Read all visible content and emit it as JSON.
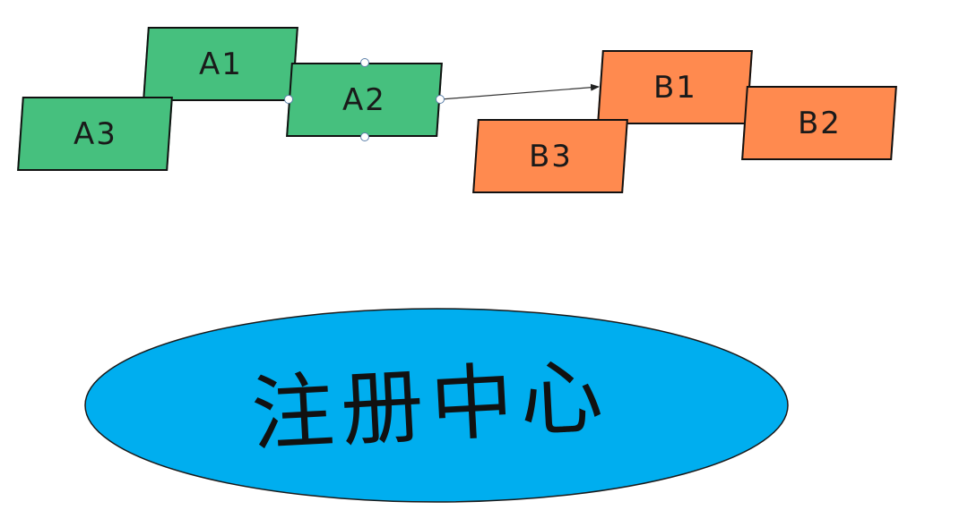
{
  "diagram": {
    "group_a": {
      "a1": {
        "label": "A1"
      },
      "a2": {
        "label": "A2",
        "selected": true
      },
      "a3": {
        "label": "A3"
      }
    },
    "group_b": {
      "b1": {
        "label": "B1"
      },
      "b2": {
        "label": "B2"
      },
      "b3": {
        "label": "B3"
      }
    },
    "center": {
      "label": "注册中心"
    },
    "connector": {
      "from": "A2",
      "to": "B1"
    }
  },
  "colors": {
    "green_fill": "#46c07e",
    "orange_fill": "#ff8a4f",
    "ellipse_fill": "#00aeef",
    "stroke": "#111111",
    "handle_border": "#5b7fa8"
  }
}
